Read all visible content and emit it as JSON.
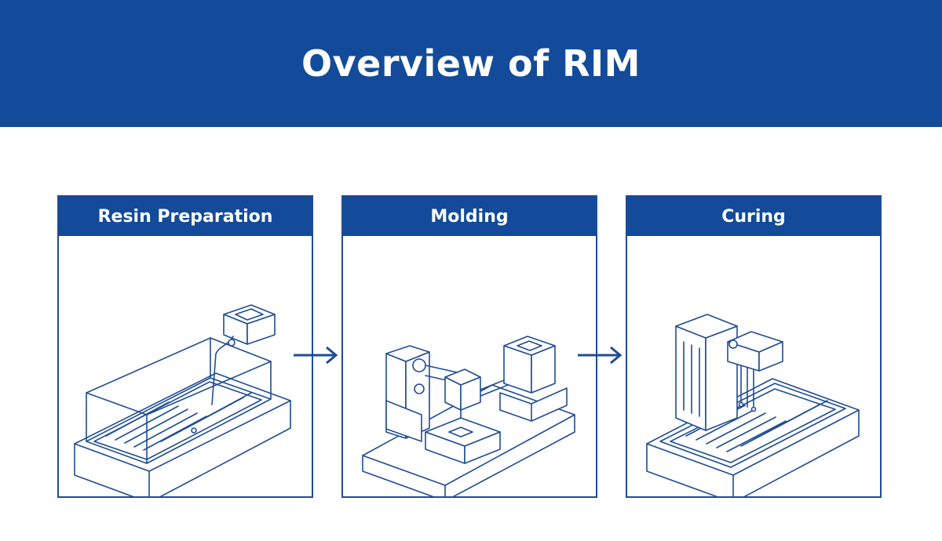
{
  "title": "Overview of RIM",
  "stages": [
    {
      "label": "Resin Preparation",
      "illustration": "resin-tank-icon"
    },
    {
      "label": "Molding",
      "illustration": "molding-press-icon"
    },
    {
      "label": "Curing",
      "illustration": "curing-oven-icon"
    }
  ],
  "arrows": [
    "arrow-right-icon",
    "arrow-right-icon"
  ],
  "colors": {
    "primary": "#134b9a",
    "line": "#1f4c93",
    "background": "#ffffff"
  }
}
